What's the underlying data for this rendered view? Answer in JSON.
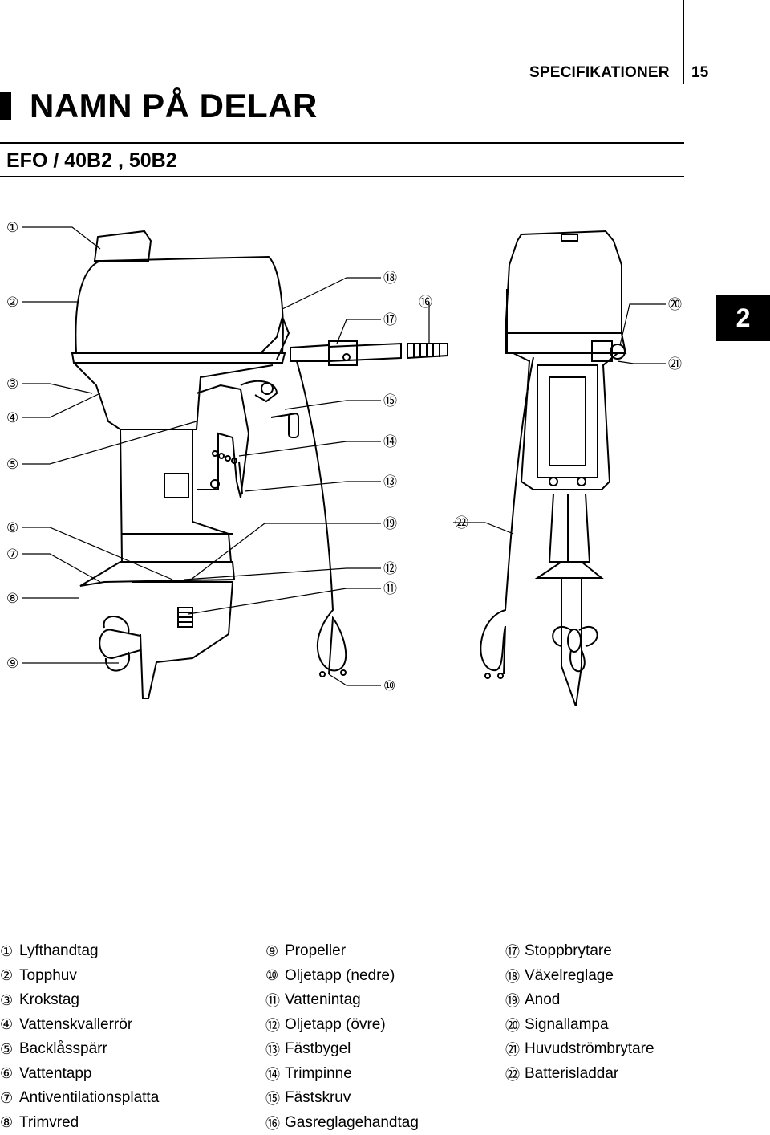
{
  "header": {
    "section": "SPECIFIKATIONER",
    "page": "15"
  },
  "title": "NAMN PÅ DELAR",
  "subtitle": "EFO / 40B2 , 50B2",
  "chapter_tab": "2",
  "callouts": [
    "①",
    "②",
    "③",
    "④",
    "⑤",
    "⑥",
    "⑦",
    "⑧",
    "⑨",
    "⑩",
    "⑪",
    "⑫",
    "⑬",
    "⑭",
    "⑮",
    "⑯",
    "⑰",
    "⑱",
    "⑲",
    "⑳",
    "㉑",
    "㉒"
  ],
  "legend": {
    "col1": [
      {
        "num": "①",
        "label": "Lyfthandtag"
      },
      {
        "num": "②",
        "label": "Topphuv"
      },
      {
        "num": "③",
        "label": "Krokstag"
      },
      {
        "num": "④",
        "label": "Vattenskvallerrör"
      },
      {
        "num": "⑤",
        "label": "Backlåsspärr"
      },
      {
        "num": "⑥",
        "label": "Vattentapp"
      },
      {
        "num": "⑦",
        "label": "Antiventilationsplatta"
      },
      {
        "num": "⑧",
        "label": "Trimvred"
      }
    ],
    "col2": [
      {
        "num": "⑨",
        "label": "Propeller"
      },
      {
        "num": "⑩",
        "label": "Oljetapp (nedre)"
      },
      {
        "num": "⑪",
        "label": "Vattenintag"
      },
      {
        "num": "⑫",
        "label": "Oljetapp (övre)"
      },
      {
        "num": "⑬",
        "label": "Fästbygel"
      },
      {
        "num": "⑭",
        "label": "Trimpinne"
      },
      {
        "num": "⑮",
        "label": "Fästskruv"
      },
      {
        "num": "⑯",
        "label": "Gasreglagehandtag"
      }
    ],
    "col3": [
      {
        "num": "⑰",
        "label": "Stoppbrytare"
      },
      {
        "num": "⑱",
        "label": "Växelreglage"
      },
      {
        "num": "⑲",
        "label": "Anod"
      },
      {
        "num": "⑳",
        "label": "Signallampa"
      },
      {
        "num": "㉑",
        "label": "Huvudströmbrytare"
      },
      {
        "num": "㉒",
        "label": "Batterisladdar"
      }
    ]
  }
}
